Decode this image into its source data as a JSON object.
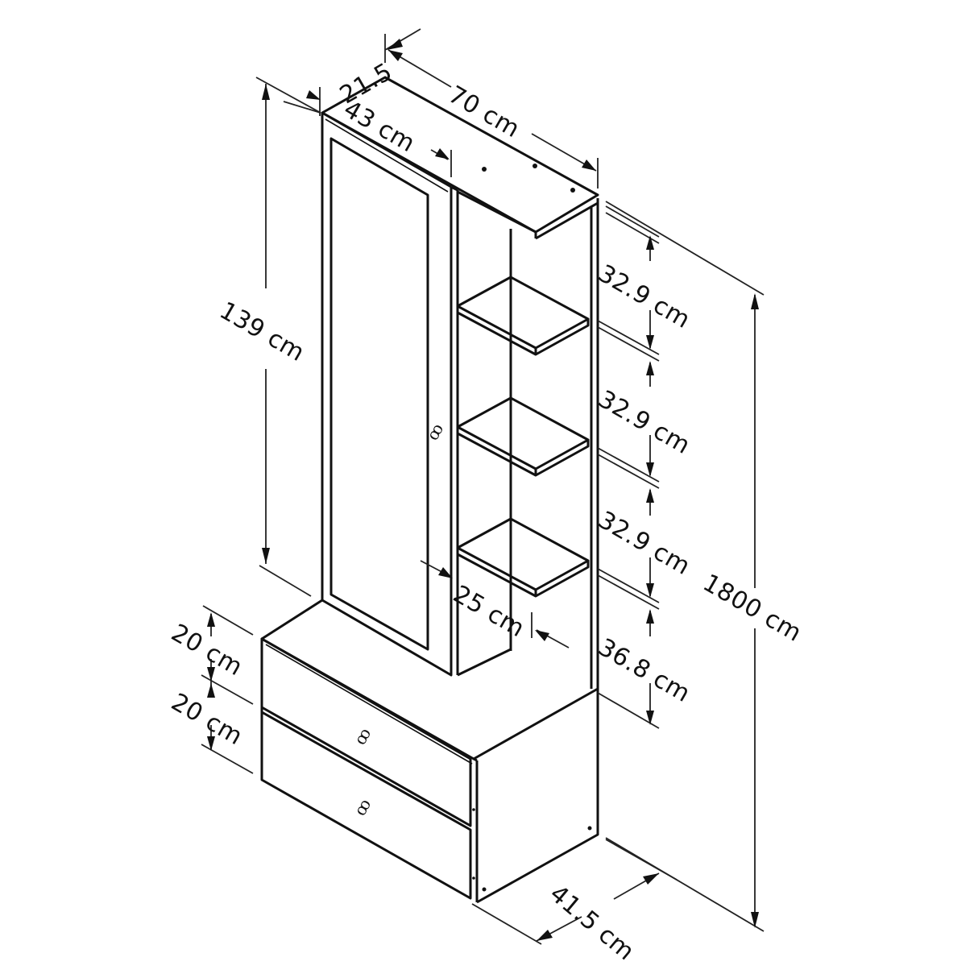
{
  "diagram": {
    "subject": "Dressing table with mirror door, open side shelves and two drawers",
    "line_color": "#111111",
    "background": "#ffffff"
  },
  "dimensions": {
    "top_depth": "21.5",
    "overall_width": "70 cm",
    "mirror_width": "43 cm",
    "mirror_height": "139 cm",
    "shelf_spacing_1": "32.9 cm",
    "shelf_spacing_2": "32.9 cm",
    "shelf_spacing_3": "32.9 cm",
    "shelf_spacing_bottom": "36.8 cm",
    "overall_height": "1800 cm",
    "shelf_depth": "25 cm",
    "drawer_height_top": "20 cm",
    "drawer_height_bottom": "20 cm",
    "base_depth": "41.5 cm"
  },
  "parts": {
    "mirror_knob": "ꝏ",
    "drawer_knob_top": "ꝏ",
    "drawer_knob_bottom": "ꝏ"
  }
}
